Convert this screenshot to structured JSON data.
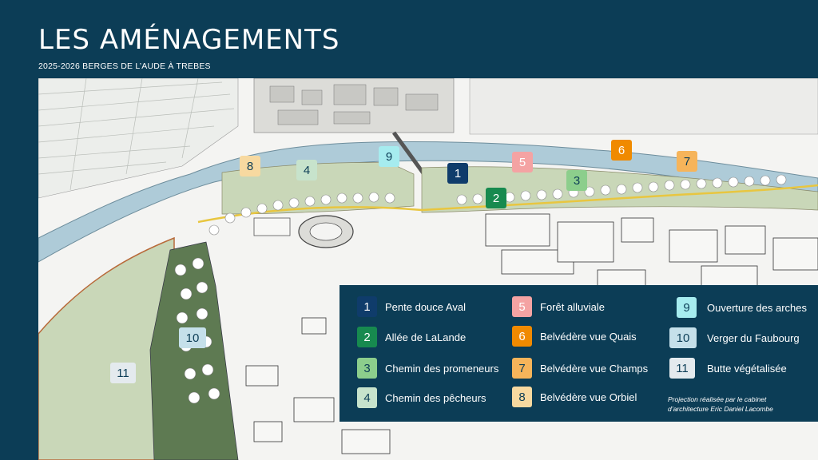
{
  "header": {
    "title": "LES AMÉNAGEMENTS",
    "subtitle": "2025-2026 BERGES DE L’AUDE À TREBES"
  },
  "colors": {
    "background": "#0c3d56",
    "river": "#aecbd8",
    "green_zone": "#c9d7b8",
    "orchard": "#5e7a52"
  },
  "legend": {
    "items": [
      {
        "num": "1",
        "label": "Pente douce Aval",
        "color": "#0f3c6b",
        "text_color": "#ffffff"
      },
      {
        "num": "2",
        "label": "Allée de LaLande",
        "color": "#178a4f",
        "text_color": "#ffffff"
      },
      {
        "num": "3",
        "label": "Chemin des promeneurs",
        "color": "#8cce8c",
        "text_color": "#0c3d56"
      },
      {
        "num": "4",
        "label": "Chemin des pêcheurs",
        "color": "#c7e3cc",
        "text_color": "#0c3d56"
      },
      {
        "num": "5",
        "label": "Forêt alluviale",
        "color": "#f4a3a3",
        "text_color": "#ffffff"
      },
      {
        "num": "6",
        "label": "Belvédère vue Quais",
        "color": "#f08a00",
        "text_color": "#ffffff"
      },
      {
        "num": "7",
        "label": "Belvédère vue Champs",
        "color": "#f6b45a",
        "text_color": "#0c3d56"
      },
      {
        "num": "8",
        "label": "Belvédère vue Orbiel",
        "color": "#f7d9a0",
        "text_color": "#0c3d56"
      },
      {
        "num": "9",
        "label": "Ouverture des arches",
        "color": "#a6ecef",
        "text_color": "#0c3d56"
      },
      {
        "num": "10",
        "label": "Verger du Faubourg",
        "color": "#c5e0ea",
        "text_color": "#0c3d56"
      },
      {
        "num": "11",
        "label": "Butte végétalisée",
        "color": "#e4eaee",
        "text_color": "#0c3d56"
      }
    ],
    "credit_line1": "Projection réalisée par le cabinet",
    "credit_line2": "d’architecture Eric Daniel Lacombe"
  }
}
